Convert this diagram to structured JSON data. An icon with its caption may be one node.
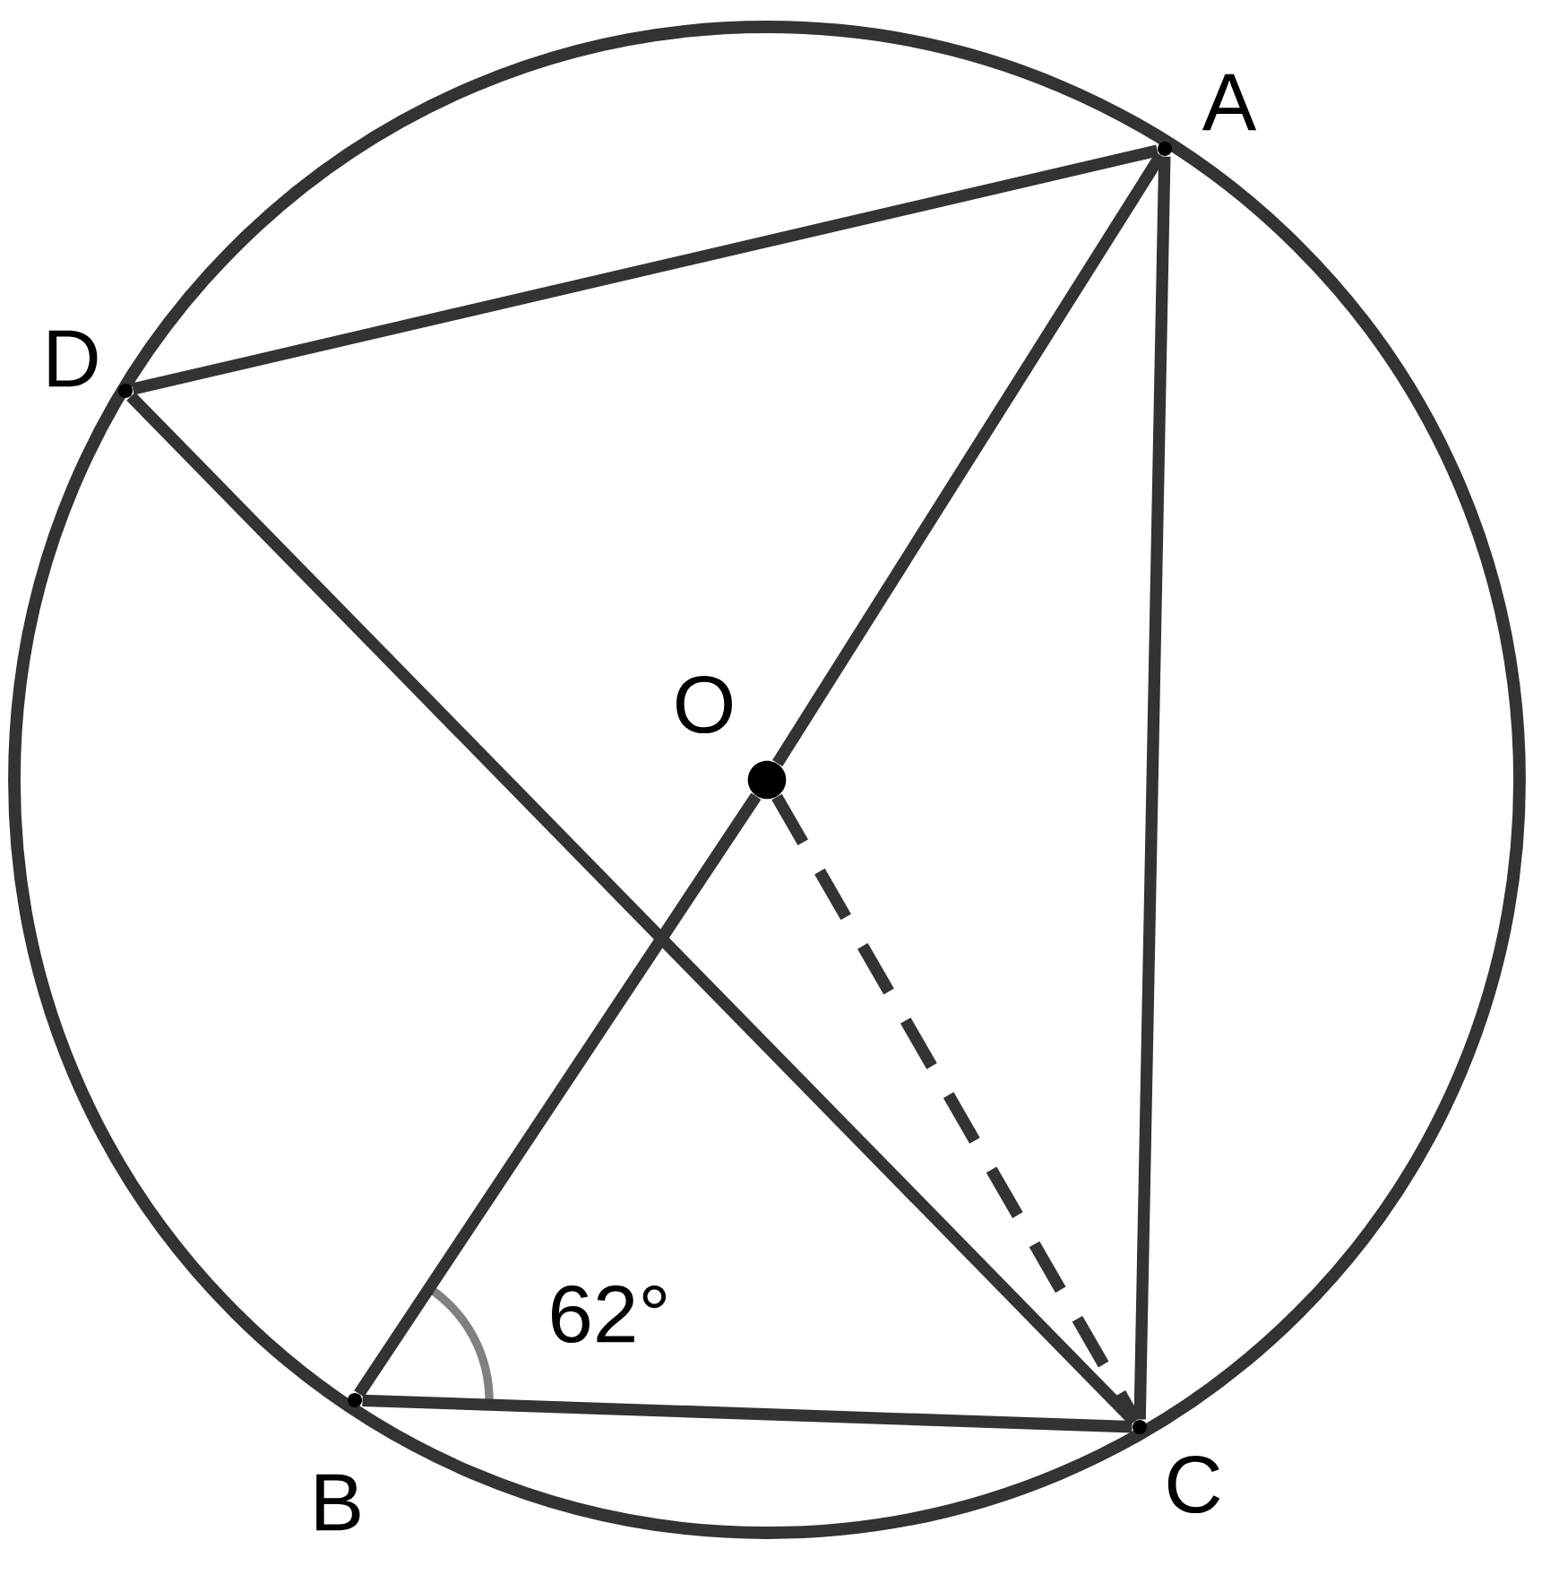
{
  "diagram": {
    "nodes": [
      {
        "text": [
          "A"
        ]
      },
      {
        "text": [
          "D"
        ]
      },
      {
        "text": [
          "O"
        ]
      },
      {
        "text": [
          "B"
        ]
      },
      {
        "text": [
          "C"
        ]
      }
    ],
    "edges": [
      {
        "from": 1,
        "to": 0,
        "arrow": "none"
      },
      {
        "from": 0,
        "to": 2,
        "arrow": "none"
      },
      {
        "from": 2,
        "to": 3,
        "arrow": "none"
      },
      {
        "from": 0,
        "to": 4,
        "arrow": "none"
      },
      {
        "from": 1,
        "to": 4,
        "arrow": "none"
      },
      {
        "from": 3,
        "to": 4,
        "arrow": "none"
      },
      {
        "from": 2,
        "to": 4,
        "arrow": "none",
        "style": "dashed"
      }
    ],
    "labels": [
      "62°"
    ]
  }
}
